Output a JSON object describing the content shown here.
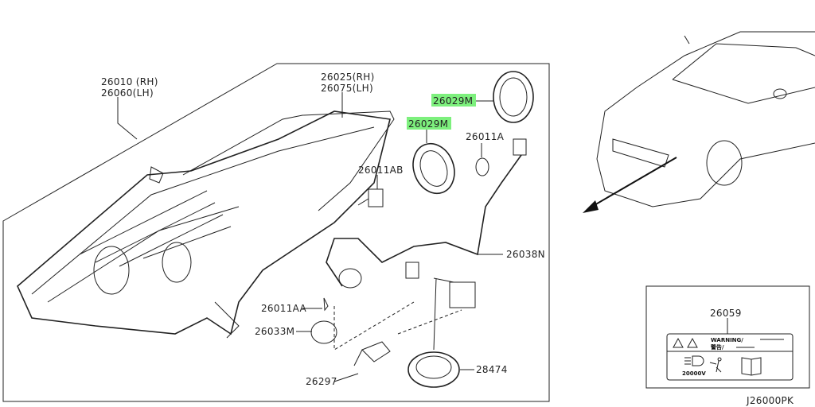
{
  "diagram": {
    "labels": {
      "headlamp_rh": "26010 (RH)",
      "headlamp_lh": "26060(LH)",
      "bezel_rh": "26025(RH)",
      "bezel_lh": "26075(LH)",
      "cap_highlight_1": "26029M",
      "cap_highlight_2": "26029M",
      "bulb_a": "26011A",
      "bulb_ab": "26011AB",
      "harness": "26038N",
      "bulb_aa": "26011AA",
      "seal": "26033M",
      "xenon_bulb": "26297",
      "ballast": "28474",
      "warning_label": "26059"
    },
    "warning_card": {
      "warning_text": "WARNING/",
      "warning_jp": "警告/",
      "voltage": "20000V"
    },
    "diagram_code": "J26000PK",
    "highlight_color": "#7df07d"
  }
}
